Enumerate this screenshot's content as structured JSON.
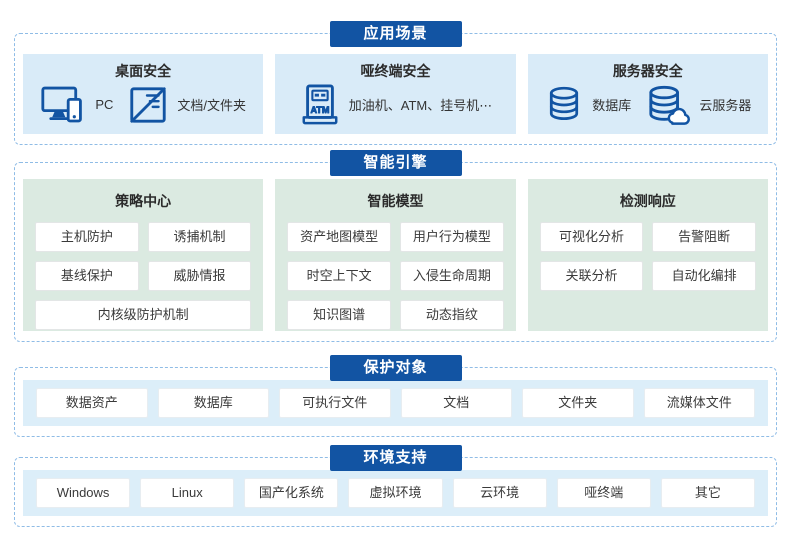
{
  "colors": {
    "badge_bg": "#1254a3",
    "badge_text": "#ffffff",
    "dashed_border": "#8fbce6",
    "light_blue_box": "#d9ebf8",
    "light_green_panel": "#dbeae1",
    "icon_blue": "#1254a3",
    "chip_bg": "#ffffff",
    "title_text": "#2b2b2b",
    "chip_text": "#3a3a3a"
  },
  "sections": [
    {
      "badge": "应用场景",
      "groups": [
        {
          "title": "桌面安全",
          "items": [
            {
              "icon": "pc-icon",
              "label": "PC"
            },
            {
              "icon": "document-folder-icon",
              "label": "文档/文件夹"
            }
          ]
        },
        {
          "title": "哑终端安全",
          "items": [
            {
              "icon": "atm-icon",
              "label": "加油机、ATM、挂号机⋯"
            }
          ]
        },
        {
          "title": "服务器安全",
          "items": [
            {
              "icon": "database-icon",
              "label": "数据库"
            },
            {
              "icon": "cloud-server-icon",
              "label": "云服务器"
            }
          ]
        }
      ]
    },
    {
      "badge": "智能引擎",
      "panels": [
        {
          "title": "策略中心",
          "rows": [
            [
              "主机防护",
              "诱捕机制"
            ],
            [
              "基线保护",
              "威胁情报"
            ],
            [
              "内核级防护机制"
            ]
          ]
        },
        {
          "title": "智能模型",
          "rows": [
            [
              "资产地图模型",
              "用户行为模型"
            ],
            [
              "时空上下文",
              "入侵生命周期"
            ],
            [
              "知识图谱",
              "动态指纹"
            ]
          ]
        },
        {
          "title": "检测响应",
          "rows": [
            [
              "可视化分析",
              "告警阻断"
            ],
            [
              "关联分析",
              "自动化编排"
            ]
          ]
        }
      ]
    },
    {
      "badge": "保护对象",
      "items": [
        "数据资产",
        "数据库",
        "可执行文件",
        "文档",
        "文件夹",
        "流媒体文件"
      ]
    },
    {
      "badge": "环境支持",
      "items": [
        "Windows",
        "Linux",
        "国产化系统",
        "虚拟环境",
        "云环境",
        "哑终端",
        "其它"
      ]
    }
  ],
  "icons": {
    "atm_label": "ATM"
  }
}
